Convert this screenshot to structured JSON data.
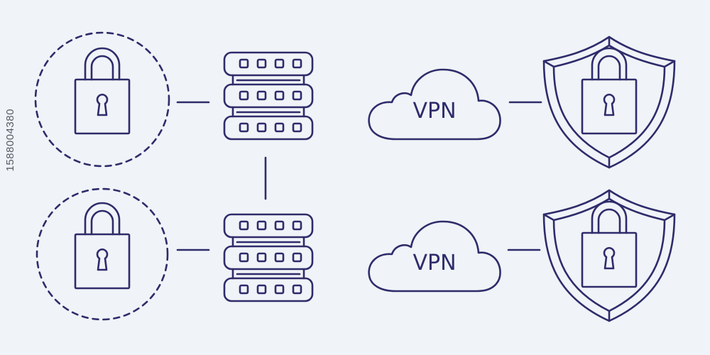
{
  "diagram": {
    "stroke_color": "#2e2c6b",
    "background_color": "#f0f3f7",
    "rows": [
      {
        "lock": "padlock-icon",
        "server": "server-rack-icon",
        "cloud_label": "VPN",
        "shield": "shield-lock-icon"
      },
      {
        "lock": "padlock-icon",
        "server": "server-rack-icon",
        "cloud_label": "VPN",
        "shield": "shield-lock-icon"
      }
    ]
  },
  "watermark": {
    "stock_id": "1588004380"
  }
}
